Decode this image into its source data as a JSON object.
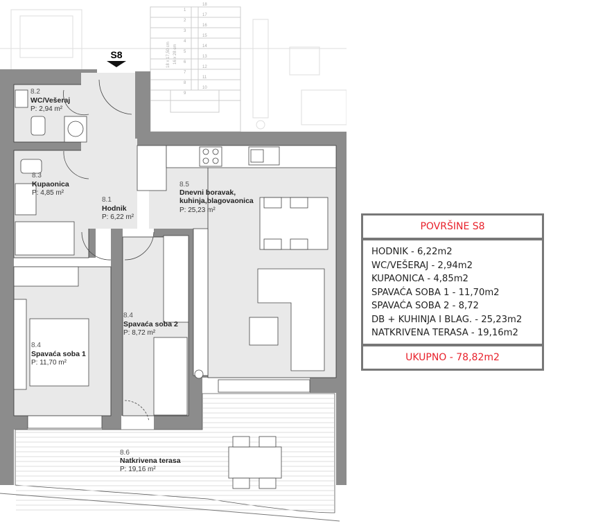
{
  "unit_marker": "S8",
  "stairs": {
    "dimension_1": "18 x 17,50 cm",
    "dimension_2": "16 x 28 cm",
    "steps_left": [
      "1",
      "2",
      "3",
      "4",
      "5",
      "6",
      "7",
      "8",
      "9"
    ],
    "steps_right": [
      "18",
      "17",
      "16",
      "15",
      "14",
      "13",
      "12",
      "11",
      "10"
    ]
  },
  "rooms": [
    {
      "id": "8.2",
      "name": "WC/Vešeraj",
      "area": "P: 2,94 m²"
    },
    {
      "id": "8.3",
      "name": "Kupaonica",
      "area": "P: 4,85 m²"
    },
    {
      "id": "8.1",
      "name": "Hodnik",
      "area": "P: 6,22 m²"
    },
    {
      "id": "8.5",
      "name": "Dnevni boravak,",
      "name2": "kuhinja,blagovaonica",
      "area": "P: 25,23 m²"
    },
    {
      "id": "8.4",
      "name": "Spavaća soba 2",
      "area": "P: 8,72 m²"
    },
    {
      "id": "8.4",
      "name": "Spavaća soba 1",
      "area": "P: 11,70 m²"
    },
    {
      "id": "8.6",
      "name": "Natkrivena terasa",
      "area": "P: 19,16 m²"
    }
  ],
  "legend": {
    "title": "POVRŠINE S8",
    "items": [
      "HODNIK - 6,22m2",
      "WC/VEŠERAJ - 2,94m2",
      "KUPAONICA - 4,85m2",
      "SPAVAĆA SOBA 1 - 11,70m2",
      "SPAVAĆA SOBA 2 - 8,72",
      "DB + KUHINJA I BLAG. - 25,23m2",
      "NATKRIVENA TERASA - 19,16m2"
    ],
    "total": "UKUPNO - 78,82m2",
    "accent_color": "#e8212b",
    "border_color": "#777777"
  }
}
